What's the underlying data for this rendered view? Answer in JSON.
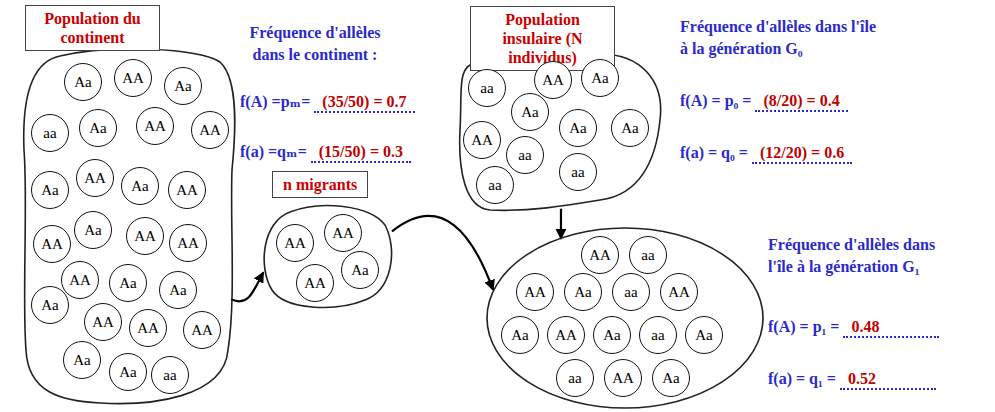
{
  "diagram": {
    "nodes": [
      {
        "text": [
          "Population du continent"
        ]
      },
      {
        "text": [
          "Aa"
        ],
        "in": 0
      },
      {
        "text": [
          "AA"
        ],
        "in": 0
      },
      {
        "text": [
          "Aa"
        ],
        "in": 0
      },
      {
        "text": [
          "aa"
        ],
        "in": 0
      },
      {
        "text": [
          "Aa"
        ],
        "in": 0
      },
      {
        "text": [
          "AA"
        ],
        "in": 0
      },
      {
        "text": [
          "AA"
        ],
        "in": 0
      },
      {
        "text": [
          "AA"
        ],
        "in": 0
      },
      {
        "text": [
          "Aa"
        ],
        "in": 0
      },
      {
        "text": [
          "Aa"
        ],
        "in": 0
      },
      {
        "text": [
          "AA"
        ],
        "in": 0
      },
      {
        "text": [
          "AA"
        ],
        "in": 0
      },
      {
        "text": [
          "Aa"
        ],
        "in": 0
      },
      {
        "text": [
          "AA"
        ],
        "in": 0
      },
      {
        "text": [
          "AA"
        ],
        "in": 0
      },
      {
        "text": [
          "AA"
        ],
        "in": 0
      },
      {
        "text": [
          "Aa"
        ],
        "in": 0
      },
      {
        "text": [
          "Aa"
        ],
        "in": 0
      },
      {
        "text": [
          "Aa"
        ],
        "in": 0
      },
      {
        "text": [
          "AA"
        ],
        "in": 0
      },
      {
        "text": [
          "AA"
        ],
        "in": 0
      },
      {
        "text": [
          "AA"
        ],
        "in": 0
      },
      {
        "text": [
          "Aa"
        ],
        "in": 0
      },
      {
        "text": [
          "Aa"
        ],
        "in": 0
      },
      {
        "text": [
          "aa"
        ],
        "in": 0
      },
      {
        "text": [
          "Population insulaire (N individus)"
        ]
      },
      {
        "text": [
          "aa"
        ],
        "in": 26
      },
      {
        "text": [
          "AA"
        ],
        "in": 26
      },
      {
        "text": [
          "Aa"
        ],
        "in": 26
      },
      {
        "text": [
          "Aa"
        ],
        "in": 26
      },
      {
        "text": [
          "Aa"
        ],
        "in": 26
      },
      {
        "text": [
          "Aa"
        ],
        "in": 26
      },
      {
        "text": [
          "AA"
        ],
        "in": 26
      },
      {
        "text": [
          "aa"
        ],
        "in": 26
      },
      {
        "text": [
          "aa"
        ],
        "in": 26
      },
      {
        "text": [
          "aa"
        ],
        "in": 26
      },
      {
        "text": [
          "n migrants"
        ]
      },
      {
        "text": [
          "AA"
        ],
        "in": 37
      },
      {
        "text": [
          "AA"
        ],
        "in": 37
      },
      {
        "text": [
          "AA"
        ],
        "in": 37
      },
      {
        "text": [
          "Aa"
        ],
        "in": 37
      },
      {
        "text": []
      },
      {
        "text": [
          "AA"
        ],
        "in": 42
      },
      {
        "text": [
          "aa"
        ],
        "in": 42
      },
      {
        "text": [
          "AA"
        ],
        "in": 42
      },
      {
        "text": [
          "Aa"
        ],
        "in": 42
      },
      {
        "text": [
          "aa"
        ],
        "in": 42
      },
      {
        "text": [
          "AA"
        ],
        "in": 42
      },
      {
        "text": [
          "Aa"
        ],
        "in": 42
      },
      {
        "text": [
          "AA"
        ],
        "in": 42
      },
      {
        "text": [
          "Aa"
        ],
        "in": 42
      },
      {
        "text": [
          "aa"
        ],
        "in": 42
      },
      {
        "text": [
          "Aa"
        ],
        "in": 42
      },
      {
        "text": [
          "aa"
        ],
        "in": 42
      },
      {
        "text": [
          "AA"
        ],
        "in": 42
      },
      {
        "text": [
          "Aa"
        ],
        "in": 42
      }
    ],
    "edges": [
      {
        "from": 0,
        "to": 37,
        "arrow": "to"
      },
      {
        "from": 37,
        "to": 42,
        "arrow": "to"
      },
      {
        "from": 26,
        "to": 42,
        "arrow": "to"
      }
    ],
    "labels": [
      "Fréquence d'allèles dans le continent :",
      "f(A) =pₘ=",
      "(35/50) = 0.7",
      "f(a) =qₘ=",
      "(15/50) = 0.3",
      "Fréquence d'allèles dans l'île à la génération G₀",
      "f(A) = p₀ =",
      "(8/20) = 0.4",
      "f(a) = q₀ =",
      "(12/20) = 0.6",
      "Fréquence d'allèles dans l'île à la génération G₁",
      "f(A) = p₁ =",
      "0.48",
      "f(a) = q₁ =",
      "0.52"
    ]
  }
}
